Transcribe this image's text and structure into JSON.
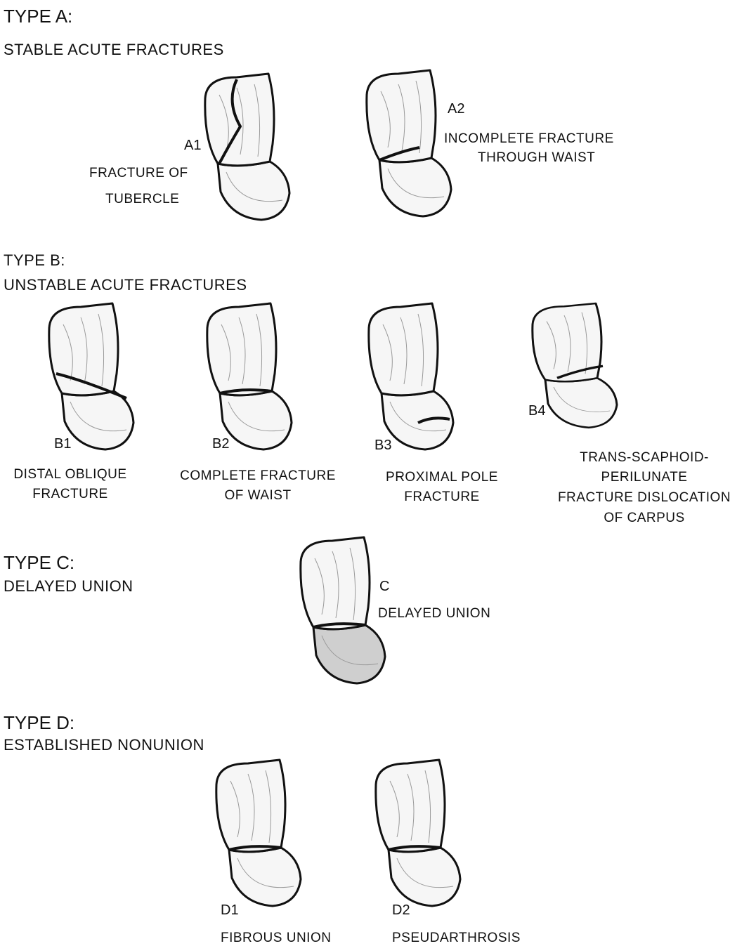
{
  "type_a": {
    "title": "TYPE A:",
    "subtitle": "STABLE ACUTE FRACTURES",
    "a1": {
      "code": "A1",
      "desc": [
        "FRACTURE OF",
        "TUBERCLE"
      ]
    },
    "a2": {
      "code": "A2",
      "desc": [
        "INCOMPLETE FRACTURE",
        "THROUGH WAIST"
      ]
    }
  },
  "type_b": {
    "title": "TYPE B:",
    "subtitle": "UNSTABLE ACUTE FRACTURES",
    "b1": {
      "code": "B1",
      "desc": [
        "DISTAL OBLIQUE",
        "FRACTURE"
      ]
    },
    "b2": {
      "code": "B2",
      "desc": [
        "COMPLETE FRACTURE",
        "OF WAIST"
      ]
    },
    "b3": {
      "code": "B3",
      "desc": [
        "PROXIMAL POLE",
        "FRACTURE"
      ]
    },
    "b4": {
      "code": "B4",
      "desc": [
        "TRANS-SCAPHOID-",
        "PERILUNATE",
        "FRACTURE DISLOCATION",
        "OF CARPUS"
      ]
    }
  },
  "type_c": {
    "title": "TYPE C:",
    "subtitle": "DELAYED UNION",
    "c": {
      "code": "C",
      "desc": [
        "DELAYED UNION"
      ]
    }
  },
  "type_d": {
    "title": "TYPE D:",
    "subtitle": "ESTABLISHED NONUNION",
    "d1": {
      "code": "D1",
      "desc": [
        "FIBROUS UNION"
      ]
    },
    "d2": {
      "code": "D2",
      "desc": [
        "PSEUDARTHROSIS"
      ]
    }
  }
}
